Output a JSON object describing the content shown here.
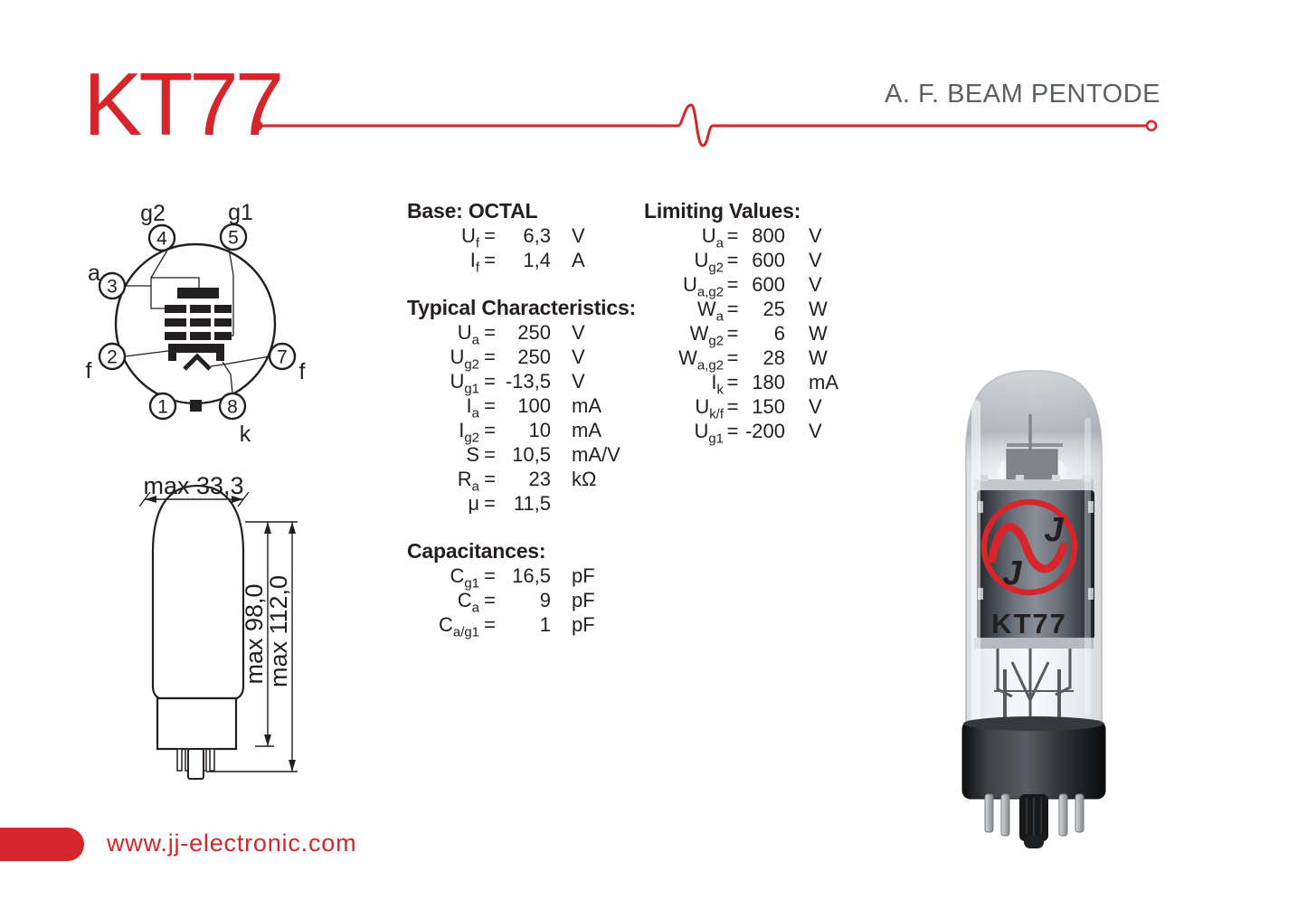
{
  "header": {
    "title": "KT77",
    "subtitle": "A. F. BEAM PENTODE"
  },
  "colors": {
    "accent_red": "#d5262c",
    "subtitle_gray": "#5c6063",
    "text_black": "#231f20"
  },
  "pin_diagram": {
    "pins": [
      {
        "n": "1",
        "label": ""
      },
      {
        "n": "2",
        "label": "f"
      },
      {
        "n": "3",
        "label": "a"
      },
      {
        "n": "4",
        "label": "g2"
      },
      {
        "n": "5",
        "label": "g1"
      },
      {
        "n": "7",
        "label": "f"
      },
      {
        "n": "8",
        "label": "k"
      }
    ]
  },
  "dimensions": {
    "width_label": "max 33,3",
    "bulb_height_label": "max 98,0",
    "total_height_label": "max 112,0"
  },
  "specs": {
    "equals": "=",
    "base": {
      "title": "Base: OCTAL",
      "rows": [
        {
          "sym": "U",
          "sub": "f",
          "val": "6,3",
          "unit": "V"
        },
        {
          "sym": "I",
          "sub": "f",
          "val": "1,4",
          "unit": "A"
        }
      ]
    },
    "typical": {
      "title": "Typical Characteristics:",
      "rows": [
        {
          "sym": "U",
          "sub": "a",
          "val": "250",
          "unit": "V"
        },
        {
          "sym": "U",
          "sub": "g2",
          "val": "250",
          "unit": "V"
        },
        {
          "sym": "U",
          "sub": "g1",
          "val": "-13,5",
          "unit": "V"
        },
        {
          "sym": "I",
          "sub": "a",
          "val": "100",
          "unit": "mA"
        },
        {
          "sym": "I",
          "sub": "g2",
          "val": "10",
          "unit": "mA"
        },
        {
          "sym": "S",
          "sub": "",
          "val": "10,5",
          "unit": "mA/V"
        },
        {
          "sym": "R",
          "sub": "a",
          "val": "23",
          "unit": "kΩ"
        },
        {
          "sym": "μ",
          "sub": "",
          "val": "11,5",
          "unit": ""
        }
      ]
    },
    "capacitances": {
      "title": "Capacitances:",
      "rows": [
        {
          "sym": "C",
          "sub": "g1",
          "val": "16,5",
          "unit": "pF"
        },
        {
          "sym": "C",
          "sub": "a",
          "val": "9",
          "unit": "pF"
        },
        {
          "sym": "C",
          "sub": "a/g1",
          "val": "1",
          "unit": "pF"
        }
      ]
    },
    "limiting": {
      "title": "Limiting Values:",
      "rows": [
        {
          "sym": "U",
          "sub": "a",
          "val": "800",
          "unit": "V"
        },
        {
          "sym": "U",
          "sub": "g2",
          "val": "600",
          "unit": "V"
        },
        {
          "sym": "U",
          "sub": "a,g2",
          "val": "600",
          "unit": "V"
        },
        {
          "sym": "W",
          "sub": "a",
          "val": "25",
          "unit": "W"
        },
        {
          "sym": "W",
          "sub": "g2",
          "val": "6",
          "unit": "W"
        },
        {
          "sym": "W",
          "sub": "a,g2",
          "val": "28",
          "unit": "W"
        },
        {
          "sym": "I",
          "sub": "k",
          "val": "180",
          "unit": "mA"
        },
        {
          "sym": "U",
          "sub": "k/f",
          "val": "150",
          "unit": "V"
        },
        {
          "sym": "U",
          "sub": "g1",
          "val": "-200",
          "unit": "V"
        }
      ]
    }
  },
  "tube_photo": {
    "logo_letters": [
      "J",
      "J"
    ],
    "model_label": "KT77"
  },
  "footer": {
    "website": "www.jj-electronic.com"
  }
}
